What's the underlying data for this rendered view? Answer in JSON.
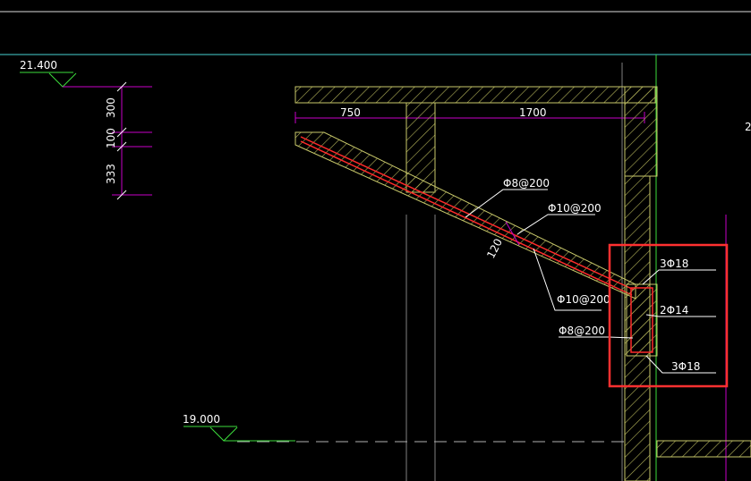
{
  "elevations": {
    "top": "21.400",
    "bottom": "19.000"
  },
  "dimensions": {
    "vertical": [
      "300",
      "100",
      "333"
    ],
    "horizontal": [
      "750",
      "1700"
    ],
    "slab_thickness": "120"
  },
  "rebar_labels": {
    "slab_top": "Φ8@200",
    "slab_right": "Φ10@200",
    "slab_bottom": "Φ10@200",
    "beam_stirrup": "Φ8@200",
    "beam_top": "3Φ18",
    "beam_middle": "2Φ14",
    "beam_bottom": "3Φ18"
  },
  "edge_label": "2",
  "colors": {
    "background": "#000000",
    "concrete": "#c8c86a",
    "hatch": "#b4b45a",
    "rebar": "#ff2a2a",
    "dimension": "#c800c8",
    "leader": "#ffffff",
    "cyan_line": "#46d2d2",
    "green_line": "#3cdc3c",
    "highlight_box": "#ff3030"
  }
}
